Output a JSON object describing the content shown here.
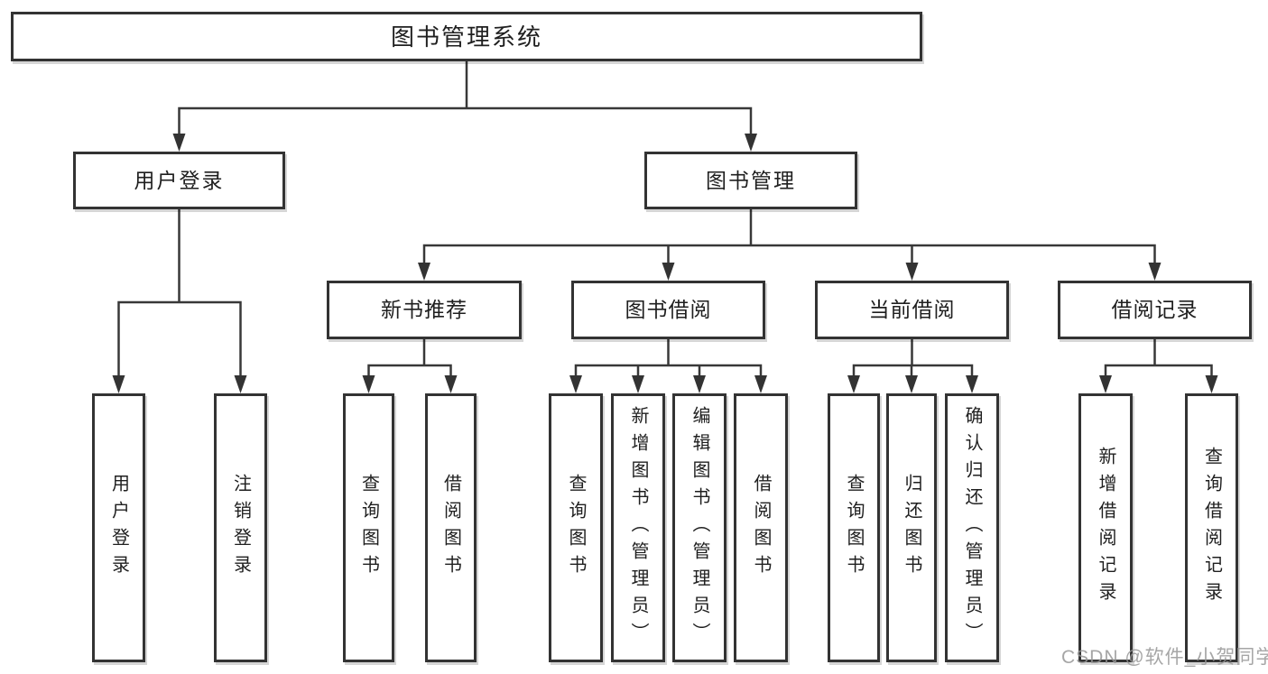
{
  "root": {
    "label": "图书管理系统"
  },
  "tree": {
    "user_login": {
      "label": "用户登录",
      "children": [
        {
          "label": "用户登录"
        },
        {
          "label": "注销登录"
        }
      ]
    },
    "book_management": {
      "label": "图书管理",
      "children": [
        {
          "label": "新书推荐",
          "children": [
            {
              "label": "查询图书"
            },
            {
              "label": "借阅图书"
            }
          ]
        },
        {
          "label": "图书借阅",
          "children": [
            {
              "label": "查询图书"
            },
            {
              "label": "新增图书（管理员）"
            },
            {
              "label": "编辑图书（管理员）"
            },
            {
              "label": "借阅图书"
            }
          ]
        },
        {
          "label": "当前借阅",
          "children": [
            {
              "label": "查询图书"
            },
            {
              "label": "归还图书"
            },
            {
              "label": "确认归还（管理员）"
            }
          ]
        },
        {
          "label": "借阅记录",
          "children": [
            {
              "label": "新增借阅记录"
            },
            {
              "label": "查询借阅记录"
            }
          ]
        }
      ]
    }
  },
  "watermark": {
    "text": "CSDN @软件_小贺同学"
  },
  "colors": {
    "line": "#333333",
    "text": "#1f1f1f",
    "background": "#ffffff",
    "watermark": "#969696"
  }
}
